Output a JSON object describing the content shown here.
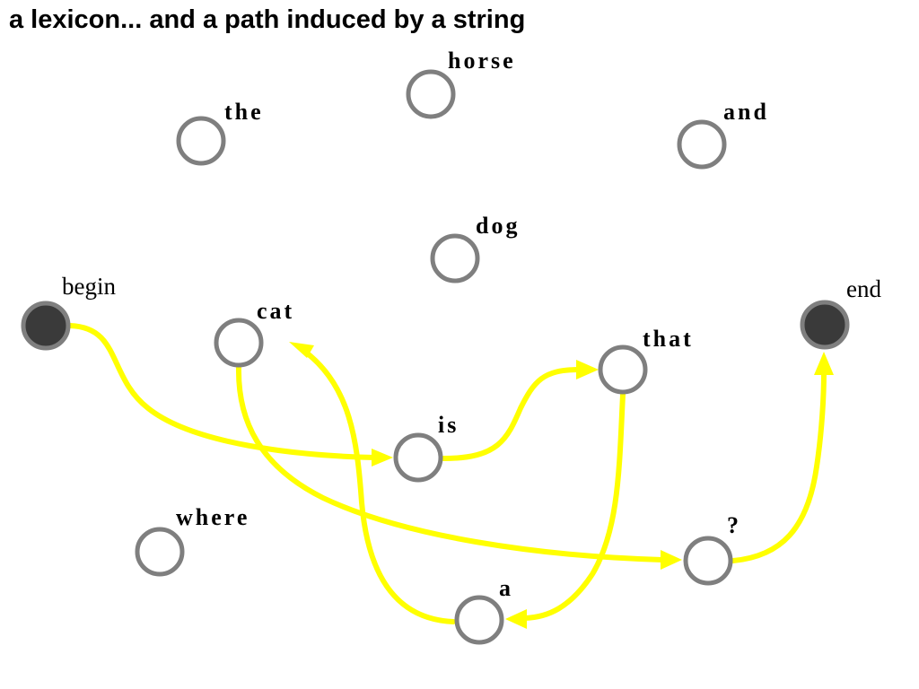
{
  "title": "a lexicon... and a path induced by a string",
  "colors": {
    "node_stroke": "#7f7f7f",
    "endpoint_fill": "#3a3a3a",
    "path": "#ffff00"
  },
  "nodes": {
    "horse": "horse",
    "the": "the",
    "and": "and",
    "dog": "dog",
    "begin": "begin",
    "end": "end",
    "cat": "cat",
    "that": "that",
    "is": "is",
    "where": "where",
    "question": "?",
    "a": "a"
  }
}
